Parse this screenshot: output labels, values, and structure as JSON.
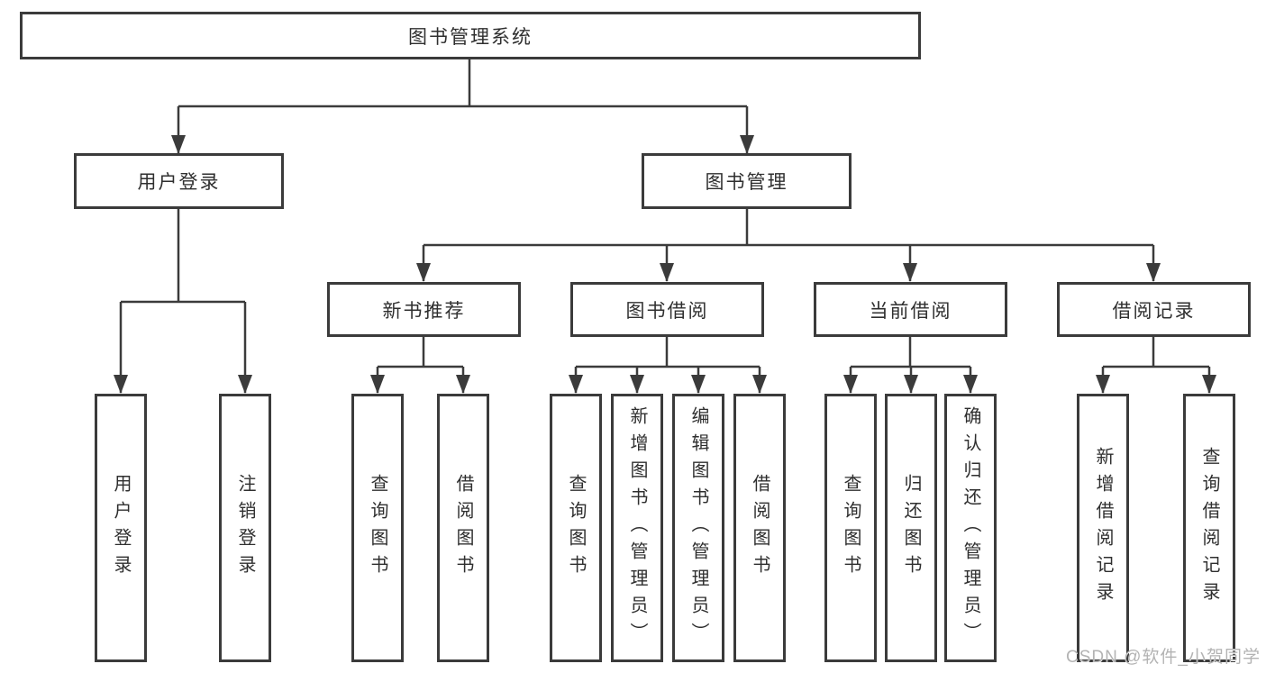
{
  "tree": {
    "label": "图书管理系统",
    "children": [
      {
        "label": "用户登录",
        "children": [
          {
            "label": "用户登录"
          },
          {
            "label": "注销登录"
          }
        ]
      },
      {
        "label": "图书管理",
        "children": [
          {
            "label": "新书推荐",
            "children": [
              {
                "label": "查询图书"
              },
              {
                "label": "借阅图书"
              }
            ]
          },
          {
            "label": "图书借阅",
            "children": [
              {
                "label": "查询图书"
              },
              {
                "label": "新增图书（管理员）"
              },
              {
                "label": "编辑图书（管理员）"
              },
              {
                "label": "借阅图书"
              }
            ]
          },
          {
            "label": "当前借阅",
            "children": [
              {
                "label": "查询图书"
              },
              {
                "label": "归还图书"
              },
              {
                "label": "确认归还（管理员）"
              }
            ]
          },
          {
            "label": "借阅记录",
            "children": [
              {
                "label": "新增借阅记录"
              },
              {
                "label": "查询借阅记录"
              }
            ]
          }
        ]
      }
    ]
  },
  "watermark": {
    "text": "CSDN @软件_小贺同学",
    "color": "#b3b3b3"
  },
  "colors": {
    "line": "#3b3b3b",
    "box_border": "#3b3b3b",
    "text": "#2f2f2f",
    "background": "#ffffff"
  }
}
